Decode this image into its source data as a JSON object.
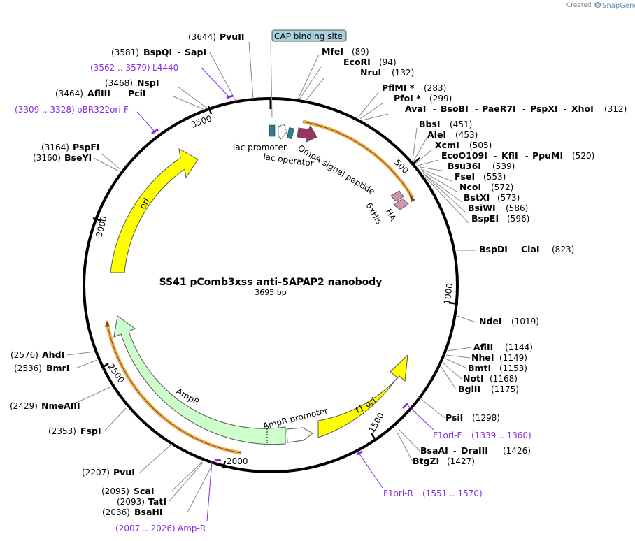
{
  "credit": {
    "prefix": "Created by",
    "brand": "SnapGene"
  },
  "plasmid": {
    "name": "SS41 pComb3xss anti-SAPAP2 nanobody",
    "size": "3695 bp"
  },
  "ticks": [
    "500",
    "1000",
    "1500",
    "2000",
    "2500",
    "3000",
    "3500"
  ],
  "cap_site": "CAP binding site",
  "features": {
    "lac_promoter": "lac promoter",
    "lac_operator": "lac operator",
    "ompa": "OmpA signal peptide",
    "his": "6xHis",
    "ha": "HA",
    "ori": "ori",
    "f1ori": "f1 ori",
    "ampr": "AmpR",
    "ampr_promoter": "AmpR promoter"
  },
  "sites": {
    "pvuii_top": {
      "pos": "(3644)",
      "name": "PvuII"
    },
    "bspqi": {
      "pos": "(3581)",
      "name": "BspQI",
      "sep": "-",
      "name2": "SapI"
    },
    "nspi": {
      "pos": "(3468)",
      "name": "NspI"
    },
    "aflIII": {
      "pos": "(3464)",
      "name": "AflIII",
      "sep": "-",
      "name2": "PciI"
    },
    "pspfi": {
      "pos": "(3164)",
      "name": "PspFI"
    },
    "bseyi": {
      "pos": "(3160)",
      "name": "BseYI"
    },
    "ahdi": {
      "pos": "(2576)",
      "name": "AhdI"
    },
    "bmri": {
      "pos": "(2536)",
      "name": "BmrI"
    },
    "nmeaiii": {
      "pos": "(2429)",
      "name": "NmeAIII"
    },
    "fspi": {
      "pos": "(2353)",
      "name": "FspI"
    },
    "pvui": {
      "pos": "(2207)",
      "name": "PvuI"
    },
    "scai": {
      "pos": "(2095)",
      "name": "ScaI"
    },
    "tati": {
      "pos": "(2093)",
      "name": "TatI"
    },
    "bsahi": {
      "pos": "(2036)",
      "name": "BsaHI"
    },
    "mfei": {
      "name": "MfeI",
      "pos": "(89)"
    },
    "ecori": {
      "name": "EcoRI",
      "pos": "(94)"
    },
    "nrui": {
      "name": "NruI",
      "pos": "(132)"
    },
    "pflmi": {
      "name": "PflMI *",
      "pos": "(283)"
    },
    "pfoi": {
      "name": "PfoI *",
      "pos": "(299)"
    },
    "avai": {
      "name": "AvaI",
      "sep1": "-",
      "name2": "BsoBI",
      "sep2": "-",
      "name3": "PaeR7I",
      "sep3": "-",
      "name4": "PspXI",
      "sep4": "-",
      "name5": "XhoI",
      "pos": "(312)"
    },
    "bbsi": {
      "name": "BbsI",
      "pos": "(451)"
    },
    "alei": {
      "name": "AleI",
      "pos": "(453)"
    },
    "xcmi": {
      "name": "XcmI",
      "pos": "(505)"
    },
    "ecoo109i": {
      "name": "EcoO109I",
      "sep1": "-",
      "name2": "KflI",
      "sep2": "-",
      "name3": "PpuMI",
      "pos": "(520)"
    },
    "bsu36i": {
      "name": "Bsu36I",
      "pos": "(539)"
    },
    "fsei": {
      "name": "FseI",
      "pos": "(553)"
    },
    "ncoi": {
      "name": "NcoI",
      "pos": "(572)"
    },
    "bstxi": {
      "name": "BstXI",
      "pos": "(573)"
    },
    "bsiwi": {
      "name": "BsiWI",
      "pos": "(586)"
    },
    "bspei": {
      "name": "BspEI",
      "pos": "(596)"
    },
    "bspdi": {
      "name": "BspDI",
      "sep": "-",
      "name2": "ClaI",
      "pos": "(823)"
    },
    "ndei": {
      "name": "NdeI",
      "pos": "(1019)"
    },
    "aflII": {
      "name": "AflII",
      "pos": "(1144)"
    },
    "nhei": {
      "name": "NheI",
      "pos": "(1149)"
    },
    "bmti": {
      "name": "BmtI",
      "pos": "(1153)"
    },
    "noti": {
      "name": "NotI",
      "pos": "(1168)"
    },
    "bglii": {
      "name": "BglII",
      "pos": "(1175)"
    },
    "psii": {
      "name": "PsiI",
      "pos": "(1298)"
    },
    "bsaai": {
      "name": "BsaAI",
      "sep": "-",
      "name2": "DraIII",
      "pos": "(1426)"
    },
    "btgzi": {
      "name": "BtgZI",
      "pos": "(1427)"
    }
  },
  "primers": {
    "l4440": {
      "range": "(3562 .. 3579)",
      "name": "L4440"
    },
    "pbr322": {
      "range": "(3309 .. 3328)",
      "name": "pBR322ori-F"
    },
    "f1orif": {
      "name": "F1ori-F",
      "range": "(1339 .. 1360)"
    },
    "f1orir": {
      "name": "F1ori-R",
      "range": "(1551 .. 1570)"
    },
    "ampr": {
      "range": "(2007 .. 2026)",
      "name": "Amp-R"
    }
  },
  "colors": {
    "backbone": "#000000",
    "ori": "#ffff00",
    "f1ori": "#ffff00",
    "ampr": "#ccffcc",
    "ompa": "#993366",
    "tags": "#cc99aa",
    "lac": "#2f7f8f",
    "primer": "#8a2be2",
    "orange_track": "#f0a030",
    "cap_box": "#a8d0dc"
  }
}
